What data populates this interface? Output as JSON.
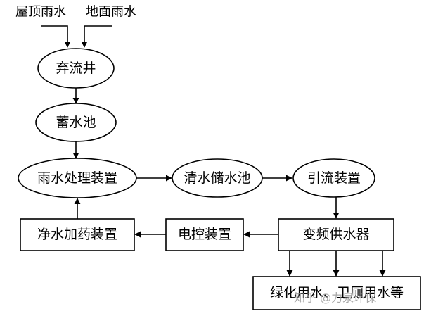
{
  "sources": {
    "roof_rain": "屋顶雨水",
    "ground_rain": "地面雨水"
  },
  "nodes": {
    "diversion_well": "弃流井",
    "storage_pool": "蓄水池",
    "rain_treatment": "雨水处理装置",
    "clear_water_pool": "清水储水池",
    "drainage_device": "引流装置",
    "dosing_device": "净水加药装置",
    "control_device": "电控装置",
    "vfd_water_supply": "变频供水器",
    "end_use": "绿化用水、卫厕用水等"
  },
  "watermark": "知乎 @力泉环保"
}
